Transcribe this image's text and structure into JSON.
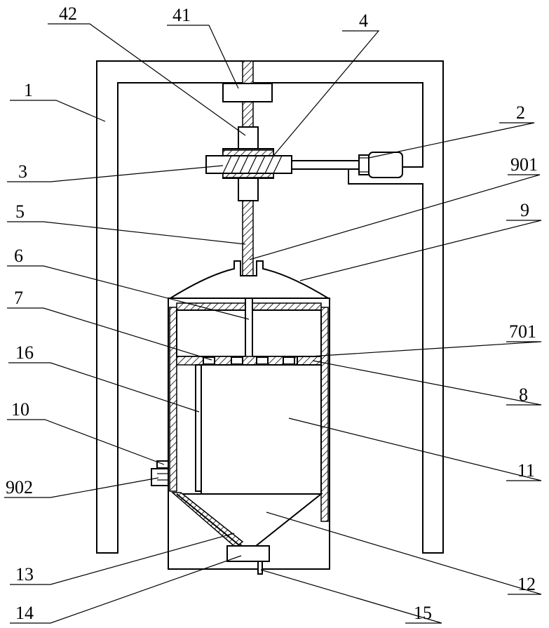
{
  "callouts": {
    "c42": "42",
    "c41": "41",
    "c4": "4",
    "c1": "1",
    "c2": "2",
    "c3": "3",
    "c901": "901",
    "c5": "5",
    "c9": "9",
    "c6": "6",
    "c7": "7",
    "c701": "701",
    "c16": "16",
    "c8": "8",
    "c10": "10",
    "c11": "11",
    "c902": "902",
    "c13": "13",
    "c12": "12",
    "c14": "14",
    "c15": "15"
  }
}
